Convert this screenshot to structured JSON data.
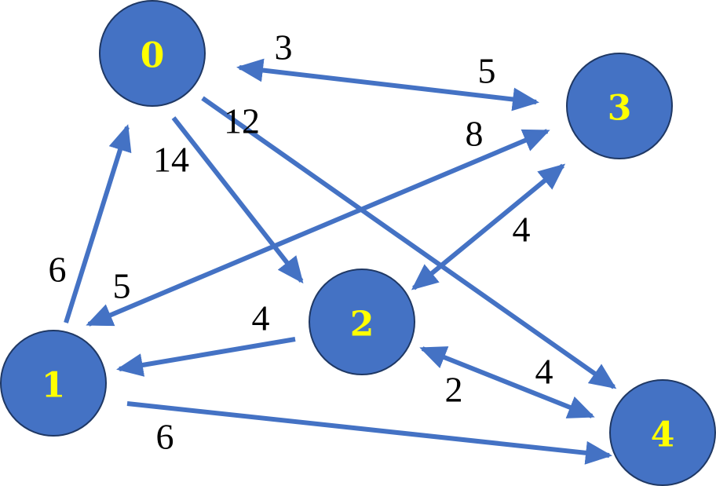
{
  "colors": {
    "node_fill": "#4472c4",
    "node_border": "#1f3864",
    "node_label": "#ffff00",
    "edge": "#4472c4",
    "weight_text": "#000000",
    "background": "#ffffff"
  },
  "nodes": [
    {
      "id": "0",
      "label": "0"
    },
    {
      "id": "1",
      "label": "1"
    },
    {
      "id": "2",
      "label": "2"
    },
    {
      "id": "3",
      "label": "3"
    },
    {
      "id": "4",
      "label": "4"
    }
  ],
  "edges": [
    {
      "id": "e-0-3",
      "from": "0",
      "to": "3",
      "bidirectional": true,
      "weights": [
        "3",
        "5"
      ]
    },
    {
      "id": "e-0-4",
      "from": "0",
      "to": "4",
      "bidirectional": false,
      "weights": [
        "12"
      ]
    },
    {
      "id": "e-0-2",
      "from": "0",
      "to": "2",
      "bidirectional": false,
      "weights": [
        "14"
      ]
    },
    {
      "id": "e-3-1",
      "from": "3",
      "to": "1",
      "bidirectional": true,
      "weights": [
        "8",
        "5"
      ]
    },
    {
      "id": "e-1-0",
      "from": "1",
      "to": "0",
      "bidirectional": false,
      "weights": [
        "6"
      ]
    },
    {
      "id": "e-3-2",
      "from": "3",
      "to": "2",
      "bidirectional": true,
      "weights": [
        "4"
      ]
    },
    {
      "id": "e-2-1",
      "from": "2",
      "to": "1",
      "bidirectional": false,
      "weights": [
        "4"
      ]
    },
    {
      "id": "e-2-4",
      "from": "2",
      "to": "4",
      "bidirectional": true,
      "weights": [
        "2",
        "4"
      ]
    },
    {
      "id": "e-1-4",
      "from": "1",
      "to": "4",
      "bidirectional": false,
      "weights": [
        "6"
      ]
    }
  ]
}
